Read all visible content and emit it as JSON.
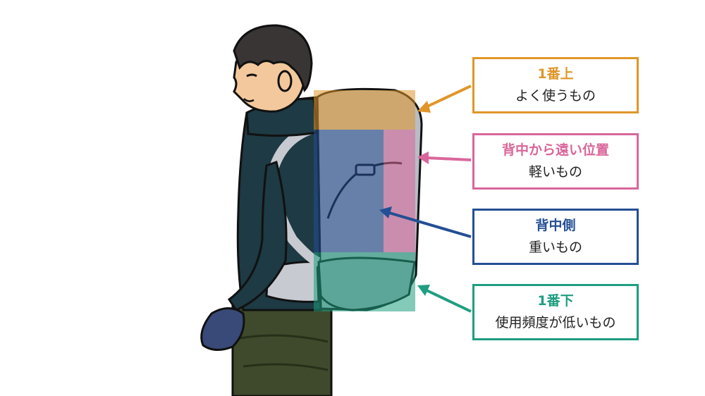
{
  "colors": {
    "top": "#E0962A",
    "far": "#D9669B",
    "back": "#244F94",
    "bottom": "#1E9E80",
    "jacket": "#1E3A44",
    "pants": "#3E4A2B",
    "pack": "#B9BCC4"
  },
  "icons": {
    "person": "hiker-with-backpack-illustration",
    "arrow": "arrow-left-icon"
  },
  "labels": [
    {
      "id": "top",
      "title": "1番上",
      "desc": "よく使うもの"
    },
    {
      "id": "far",
      "title": "背中から遠い位置",
      "desc": "軽いもの"
    },
    {
      "id": "back",
      "title": "背中側",
      "desc": "重いもの"
    },
    {
      "id": "bottom",
      "title": "1番下",
      "desc": "使用頻度が低いもの"
    }
  ]
}
